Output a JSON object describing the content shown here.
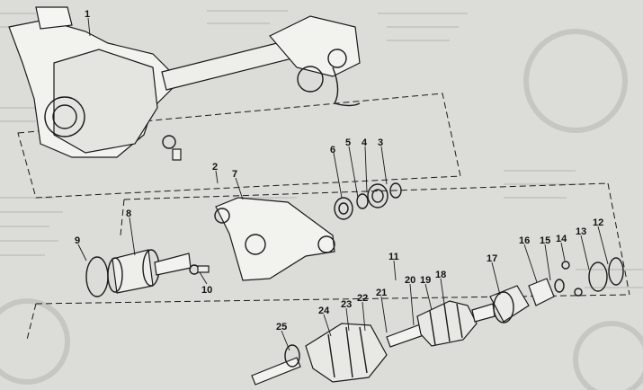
{
  "diagram": {
    "callouts": [
      {
        "id": "1",
        "text": "1"
      },
      {
        "id": "2",
        "text": "2"
      },
      {
        "id": "3",
        "text": "3"
      },
      {
        "id": "4",
        "text": "4"
      },
      {
        "id": "5",
        "text": "5"
      },
      {
        "id": "6",
        "text": "6"
      },
      {
        "id": "7",
        "text": "7"
      },
      {
        "id": "8",
        "text": "8"
      },
      {
        "id": "9",
        "text": "9"
      },
      {
        "id": "10",
        "text": "10"
      },
      {
        "id": "11",
        "text": "11"
      },
      {
        "id": "12",
        "text": "12"
      },
      {
        "id": "13",
        "text": "13"
      },
      {
        "id": "14",
        "text": "14"
      },
      {
        "id": "15",
        "text": "15"
      },
      {
        "id": "16",
        "text": "16"
      },
      {
        "id": "17",
        "text": "17"
      },
      {
        "id": "18",
        "text": "18"
      },
      {
        "id": "19",
        "text": "19"
      },
      {
        "id": "20",
        "text": "20"
      },
      {
        "id": "21",
        "text": "21"
      },
      {
        "id": "22",
        "text": "22"
      },
      {
        "id": "23",
        "text": "23"
      },
      {
        "id": "24",
        "text": "24"
      },
      {
        "id": "25",
        "text": "25"
      }
    ]
  }
}
